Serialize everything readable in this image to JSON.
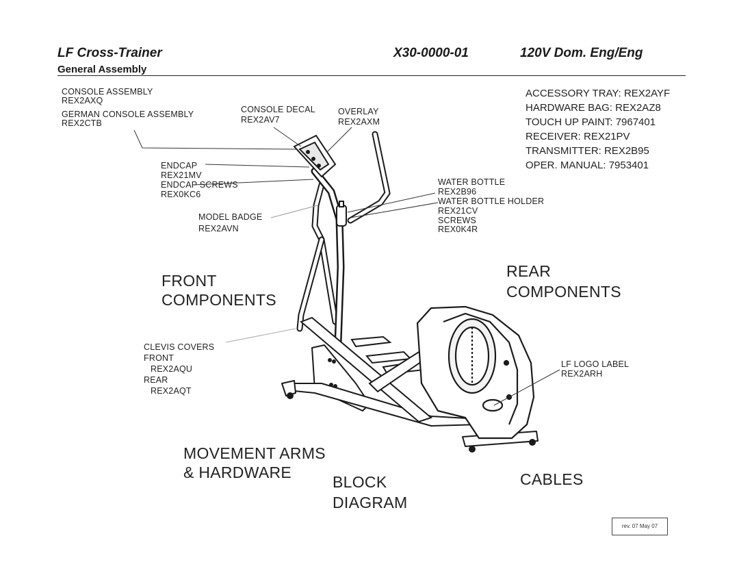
{
  "header": {
    "model": "LF Cross-Trainer",
    "part_number": "X30-0000-01",
    "voltage": "120V Dom. Eng/Eng",
    "section": "General Assembly"
  },
  "labels": {
    "console_assembly": "CONSOLE  ASSEMBLY",
    "console_assembly_pn": "REX2AXQ",
    "german_console": "GERMAN CONSOLE  ASSEMBLY",
    "german_console_pn": "REX2CTB",
    "console_decal": "CONSOLE DECAL",
    "console_decal_pn": "REX2AV7",
    "overlay": "OVERLAY",
    "overlay_pn": "REX2AXM",
    "endcap": "ENDCAP",
    "endcap_pn": "REX21MV",
    "endcap_screws": "ENDCAP SCREWS",
    "endcap_screws_pn": "REX0KC6",
    "model_badge": "MODEL BADGE",
    "model_badge_pn": "REX2AVN",
    "water_bottle": "WATER BOTTLE",
    "water_bottle_pn": "REX2B96",
    "water_bottle_holder": "WATER BOTTLE HOLDER",
    "water_bottle_holder_pn": "REX21CV",
    "screws": "SCREWS",
    "screws_pn": "REX0K4R",
    "clevis_covers": "CLEVIS COVERS",
    "front": "FRONT",
    "front_pn": "REX2AQU",
    "rear": "REAR",
    "rear_pn": "REX2AQT",
    "lf_logo_label": "LF LOGO LABEL",
    "lf_logo_label_pn": "REX2ARH"
  },
  "accessories": [
    "ACCESSORY TRAY: REX2AYF",
    "HARDWARE BAG: REX2AZ8",
    "TOUCH UP PAINT: 7967401",
    "RECEIVER: REX21PV",
    "TRANSMITTER: REX2B95",
    "OPER. MANUAL: 7953401"
  ],
  "sections": {
    "front_1": "FRONT",
    "front_2": "COMPONENTS",
    "rear_1": "REAR",
    "rear_2": "COMPONENTS",
    "movement_1": "MOVEMENT ARMS",
    "movement_2": "& HARDWARE",
    "block_1": "BLOCK",
    "block_2": "DIAGRAM",
    "cables": "CABLES"
  },
  "revision": "rev. 07 May 07"
}
